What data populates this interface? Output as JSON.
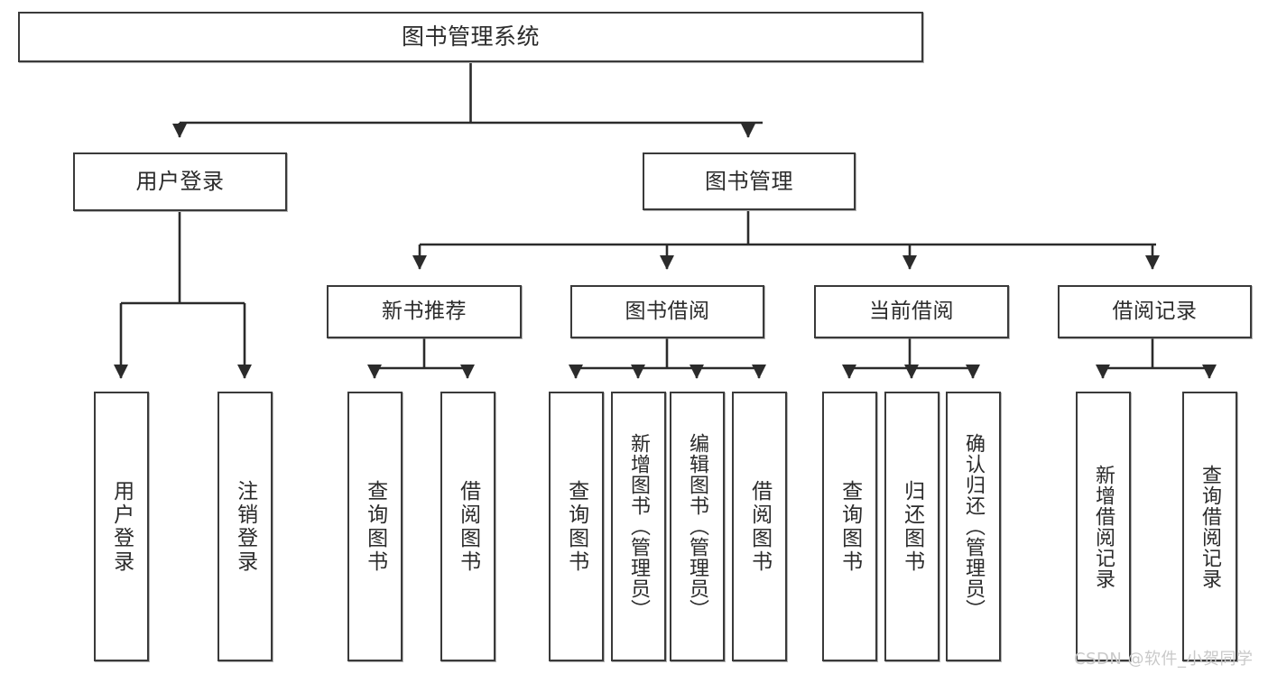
{
  "diagram": {
    "title": "图书管理系统",
    "type": "hierarchy-tree",
    "watermark": "CSDN @软件_小贺同学",
    "colors": {
      "box_border": "#3a3a3a",
      "box_fill": "#ffffff",
      "text": "#2b2b2b",
      "edge": "#2b2b2b",
      "watermark": "#c9c9c9"
    },
    "nodes": {
      "root": {
        "label": "图书管理系统"
      },
      "level2": [
        {
          "id": "user-login",
          "label": "用户登录"
        },
        {
          "id": "book-manage",
          "label": "图书管理"
        }
      ],
      "level3": [
        {
          "id": "new-book-rec",
          "label": "新书推荐"
        },
        {
          "id": "book-borrow",
          "label": "图书借阅"
        },
        {
          "id": "current-borrow",
          "label": "当前借阅"
        },
        {
          "id": "borrow-record",
          "label": "借阅记录"
        }
      ],
      "leaves": {
        "user-login": [
          {
            "id": "leaf-user-login",
            "label": "用户登录"
          },
          {
            "id": "leaf-logout",
            "label": "注销登录"
          }
        ],
        "new-book-rec": [
          {
            "id": "leaf-query-book-1",
            "label": "查询图书"
          },
          {
            "id": "leaf-borrow-book-1",
            "label": "借阅图书"
          }
        ],
        "book-borrow": [
          {
            "id": "leaf-query-book-2",
            "label": "查询图书"
          },
          {
            "id": "leaf-add-book",
            "label": "新增图书（管理员）"
          },
          {
            "id": "leaf-edit-book",
            "label": "编辑图书（管理员）"
          },
          {
            "id": "leaf-borrow-book-2",
            "label": "借阅图书"
          }
        ],
        "current-borrow": [
          {
            "id": "leaf-query-book-3",
            "label": "查询图书"
          },
          {
            "id": "leaf-return-book",
            "label": "归还图书"
          },
          {
            "id": "leaf-confirm-return",
            "label": "确认归还（管理员）"
          }
        ],
        "borrow-record": [
          {
            "id": "leaf-add-record",
            "label": "新增借阅记录"
          },
          {
            "id": "leaf-query-record",
            "label": "查询借阅记录"
          }
        ]
      }
    }
  }
}
